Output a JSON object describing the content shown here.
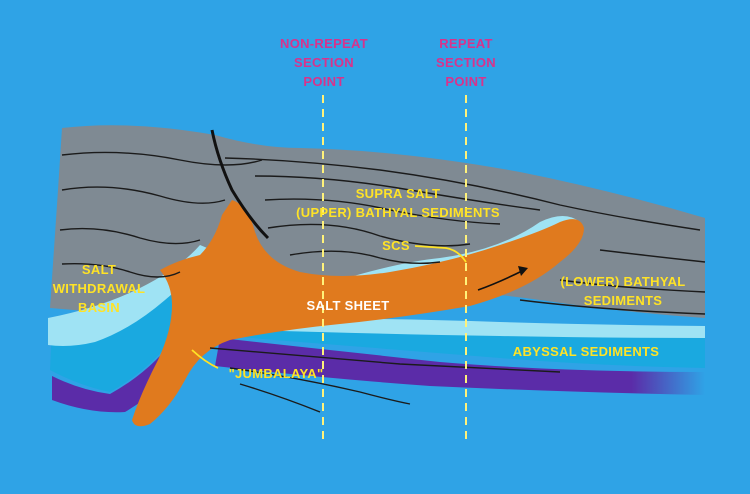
{
  "labels": {
    "non_repeat_point": "NON-REPEAT\nSECTION\nPOINT",
    "repeat_point": "REPEAT\nSECTION\nPOINT",
    "supra_salt": "SUPRA SALT\n(UPPER) BATHYAL SEDIMENTS",
    "scs": "SCS",
    "salt_withdrawal_basin": "SALT\nWITHDRAWAL\nBASIN",
    "lower_bathyal": "(LOWER) BATHYAL\nSEDIMENTS",
    "salt_sheet": "SALT SHEET",
    "abyssal": "ABYSSAL SEDIMENTS",
    "jumbalaya": "\"JUMBALAYA\""
  },
  "colors": {
    "background": "#2fa3e6",
    "gray_sediment": "#7f8a93",
    "salt": "#e07a1e",
    "purple_layer": "#5b2ca8",
    "light_cyan_layer": "#9fe3f4",
    "mid_blue_layer": "#1aa9e0",
    "label_magenta": "#d8338c",
    "label_yellow": "#ffe326",
    "dashed_line": "#fff27a"
  }
}
